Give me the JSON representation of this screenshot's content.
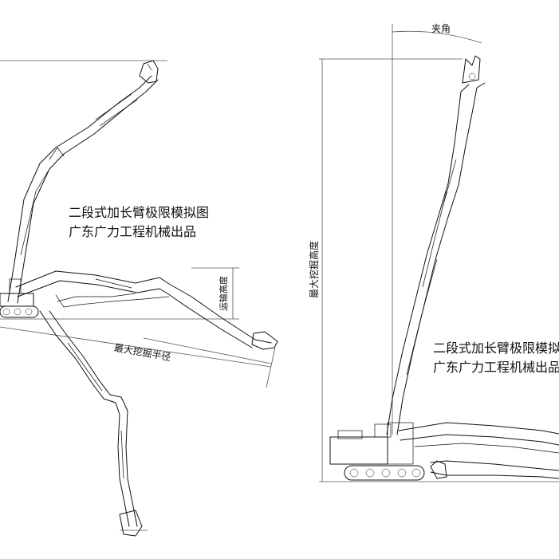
{
  "left_view": {
    "note_line1": "二段式加长臂极限模拟图",
    "note_line2": "广东广力工程机械出品",
    "dim_dump_height": "运输高度",
    "dim_max_reach": "最大挖掘半径"
  },
  "right_view": {
    "note_line1": "二段式加长臂极限模拟图",
    "note_line2": "广东广力工程机械出品",
    "dim_angle": "夹角",
    "dim_max_height": "最大挖掘高度"
  }
}
